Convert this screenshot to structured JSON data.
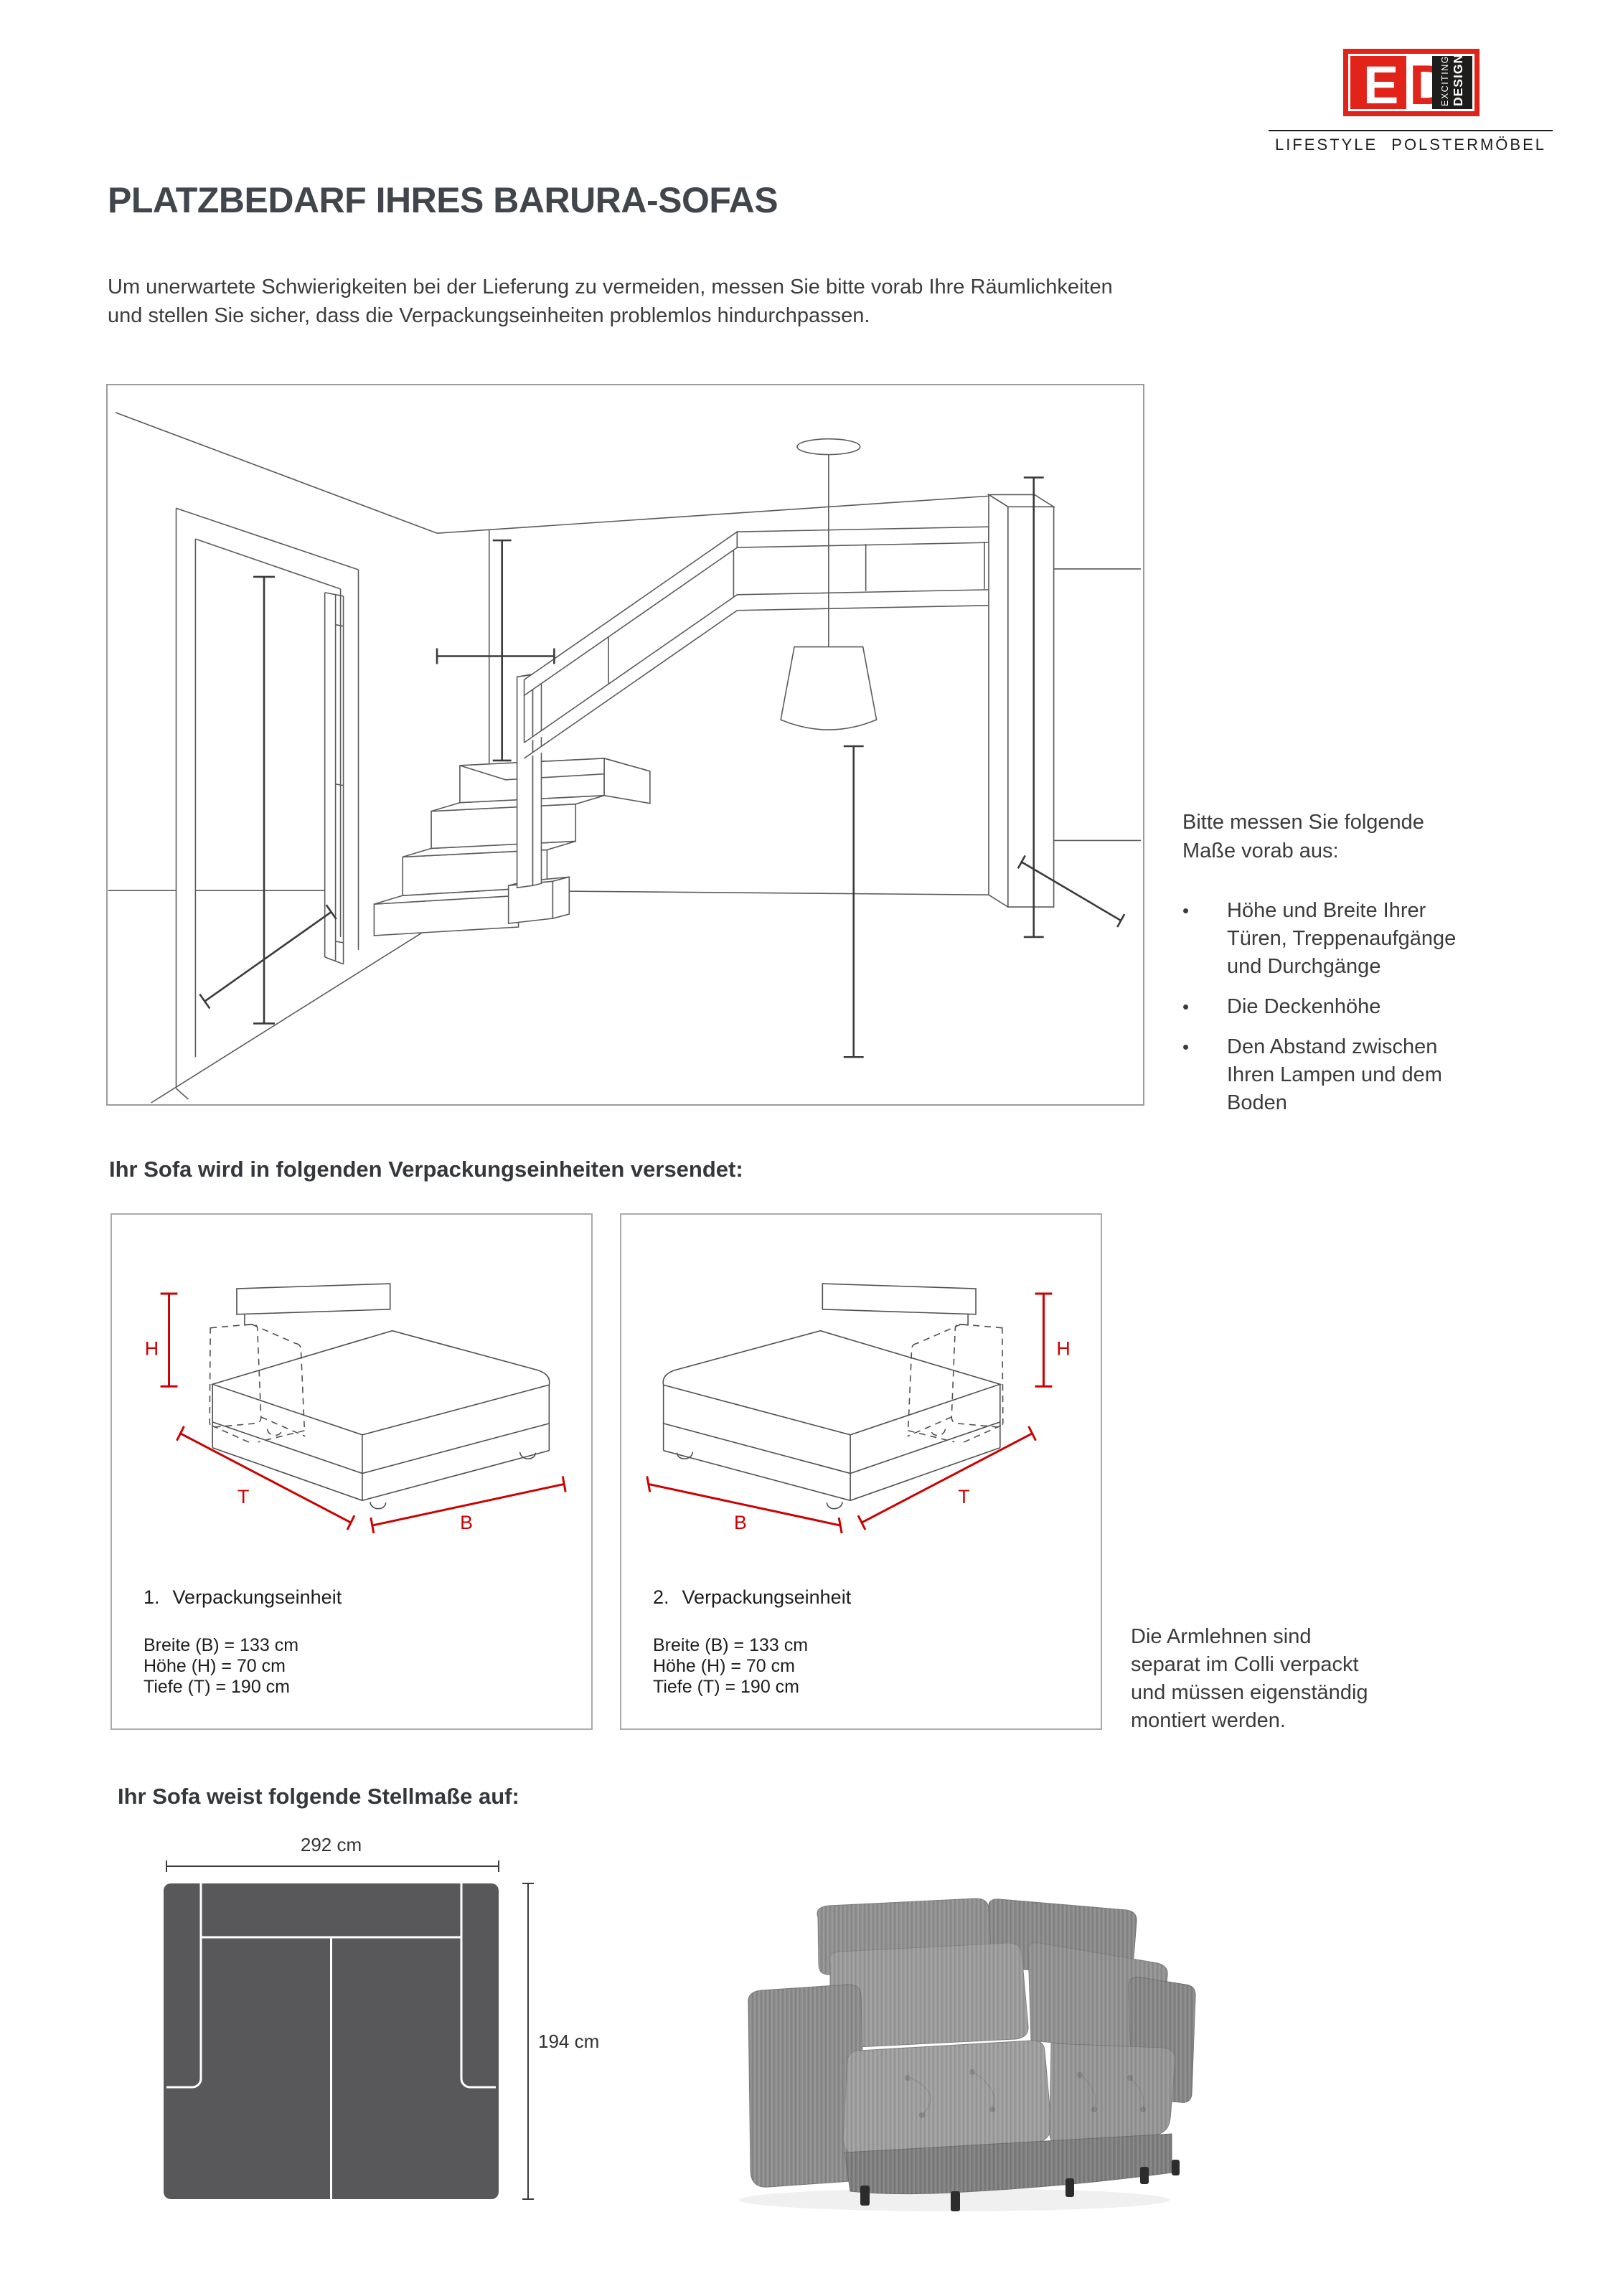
{
  "brand": {
    "logo_e": "E",
    "logo_d": "D",
    "logo_line1": "EXCITING",
    "logo_line2": "DESIGN",
    "tagline": "LIFESTYLE POLSTERMÖBEL"
  },
  "header": {
    "title": "PLATZBEDARF IHRES BARURA-SOFAS",
    "intro_lines": [
      "Um unerwartete Schwierigkeiten bei der Lieferung zu vermeiden, messen Sie bitte vorab Ihre Räumlichkeiten",
      "und stellen Sie sicher, dass die Verpackungseinheiten problemlos hindurchpassen."
    ]
  },
  "measure_note": {
    "text": "Bitte messen Sie folgende Maße vorab aus:",
    "bullets": [
      "Höhe und Breite Ihrer Türen, Treppenaufgänge und Durchgänge",
      "Die Deckenhöhe",
      "Den Abstand zwischen Ihren Lampen und dem Boden"
    ]
  },
  "packaging": {
    "heading": "Ihr Sofa wird in folgenden Verpackungseinheiten versendet:",
    "units": [
      {
        "number": "1.",
        "name": "Verpackungseinheit",
        "dims": [
          "Breite (B) = 133 cm",
          "Höhe (H) = 70 cm",
          "Tiefe (T) = 190 cm"
        ],
        "h": "H",
        "t": "T",
        "b": "B"
      },
      {
        "number": "2.",
        "name": "Verpackungseinheit",
        "dims": [
          "Breite (B) = 133 cm",
          "Höhe (H) = 70 cm",
          "Tiefe (T) = 190 cm"
        ],
        "h": "H",
        "t": "T",
        "b": "B"
      }
    ],
    "armrest_lines": [
      "Die Armlehnen sind",
      "separat im Colli verpackt",
      "und müssen eigenständig",
      "montiert werden."
    ]
  },
  "footprint": {
    "heading": "Ihr Sofa weist folgende Stellmaße auf:",
    "width_label": "292 cm",
    "depth_label": "194 cm"
  },
  "colors": {
    "accent_red": "#cc0000",
    "logo_red": "#e2231a",
    "logo_black": "#1d1d1b",
    "plan_gray": "#58585a",
    "line_gray": "#5a5a5a"
  }
}
